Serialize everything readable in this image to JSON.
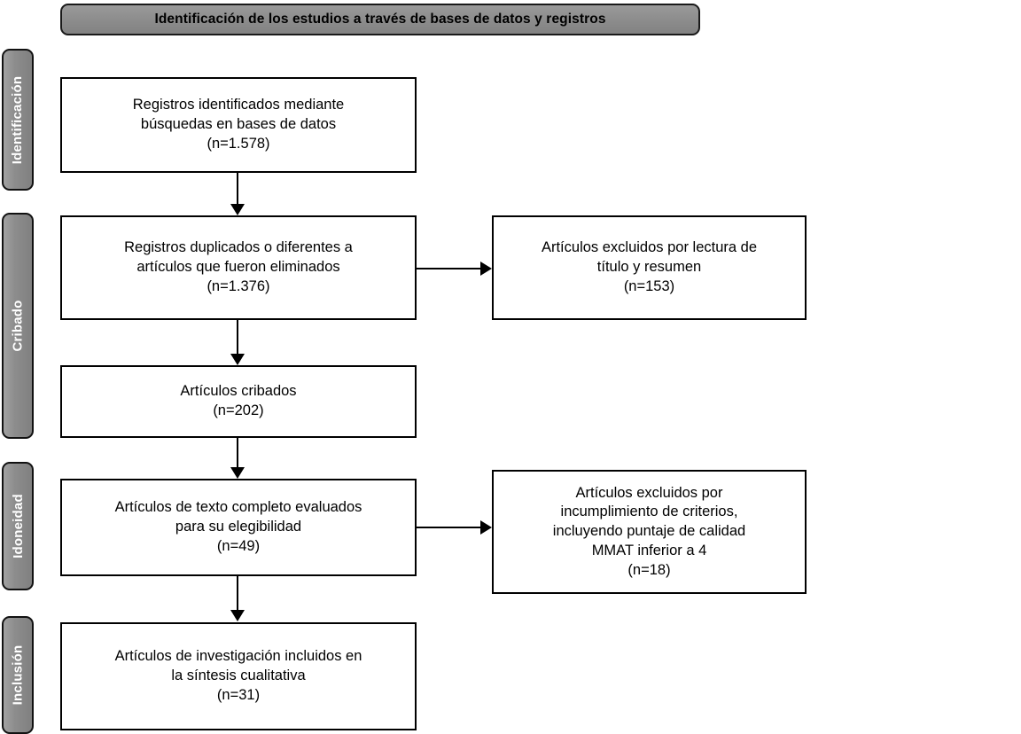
{
  "diagram": {
    "type": "prisma-flow-diagram",
    "language": "es",
    "title": "Identificación de los estudios a través de bases de datos y registros",
    "phases": [
      {
        "id": "identificacion",
        "label": "Identificación"
      },
      {
        "id": "cribado",
        "label": "Cribado"
      },
      {
        "id": "idoneidad",
        "label": "Idoneidad"
      },
      {
        "id": "inclusion",
        "label": "Inclusión"
      }
    ],
    "main_boxes": [
      {
        "id": "records-identified",
        "text": "Registros identificados mediante\nbúsquedas en bases de datos\n(n=1.578)",
        "n": 1578
      },
      {
        "id": "duplicates-removed",
        "text": "Registros duplicados o diferentes a\nartículos que fueron eliminados\n(n=1.376)",
        "n": 1376
      },
      {
        "id": "records-screened",
        "text": "Artículos cribados\n(n=202)",
        "n": 202
      },
      {
        "id": "fulltext-assessed",
        "text": "Artículos de texto completo evaluados\npara su elegibilidad\n(n=49)",
        "n": 49
      },
      {
        "id": "studies-included",
        "text": "Artículos de investigación incluidos en\nla síntesis cualitativa\n(n=31)",
        "n": 31
      }
    ],
    "side_boxes": [
      {
        "id": "excluded-title-abstract",
        "text": "Artículos excluidos por lectura de\ntítulo y resumen\n(n=153)",
        "n": 153
      },
      {
        "id": "excluded-criteria-mmat",
        "text": "Artículos excluidos por\nincumplimiento de criterios,\nincluyendo puntaje de calidad\nMMAT inferior a 4\n(n=18)",
        "n": 18
      }
    ],
    "colors": {
      "banner_fill": "#8e8e8e",
      "phase_tab_fill": "#8d8d8d",
      "phase_tab_text": "#ffffff",
      "box_border": "#000000",
      "box_fill": "#ffffff",
      "connector": "#000000"
    }
  }
}
